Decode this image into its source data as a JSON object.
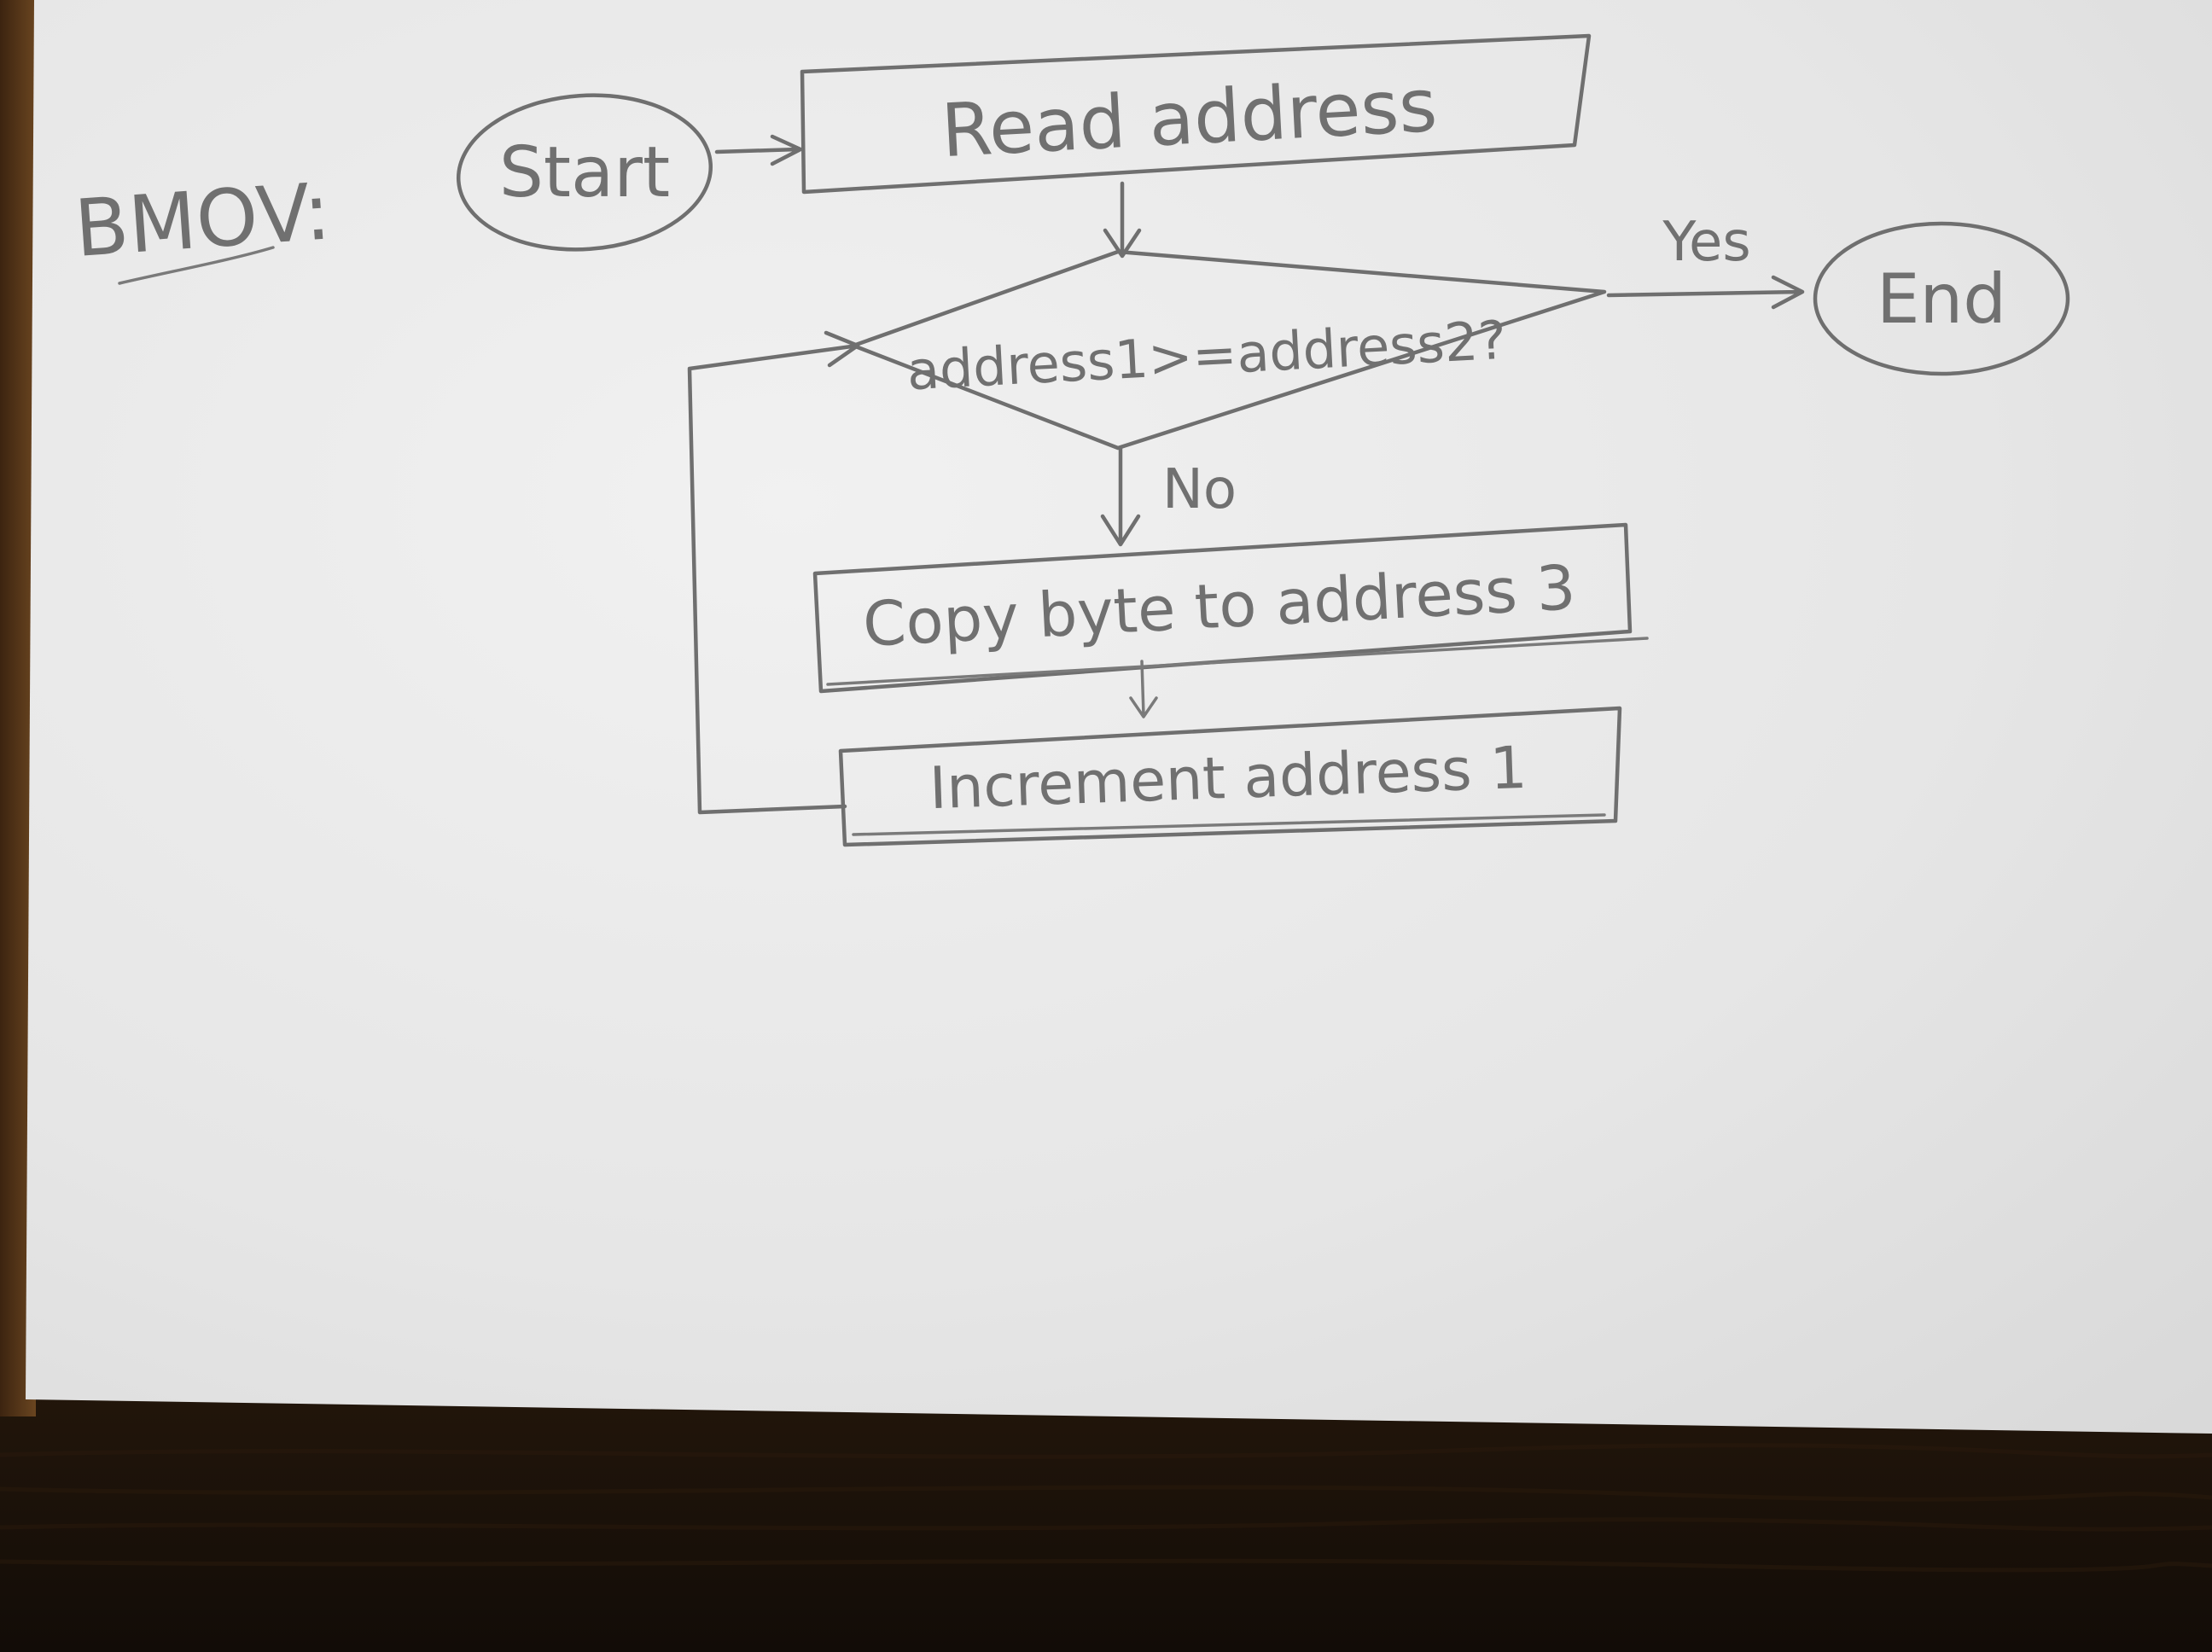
{
  "diagram": {
    "title": "BMOV:",
    "nodes": {
      "start": "Start",
      "read": "Read address",
      "decision": "address1>=address2?",
      "end": "End",
      "copy": "Copy byte to address 3",
      "increment": "Increment address 1"
    },
    "edge_labels": {
      "yes": "Yes",
      "no": "No"
    }
  },
  "colors": {
    "paper": "#e9e9e9",
    "pencil": "#6f6f6f",
    "wood": "#5a3a1c"
  }
}
